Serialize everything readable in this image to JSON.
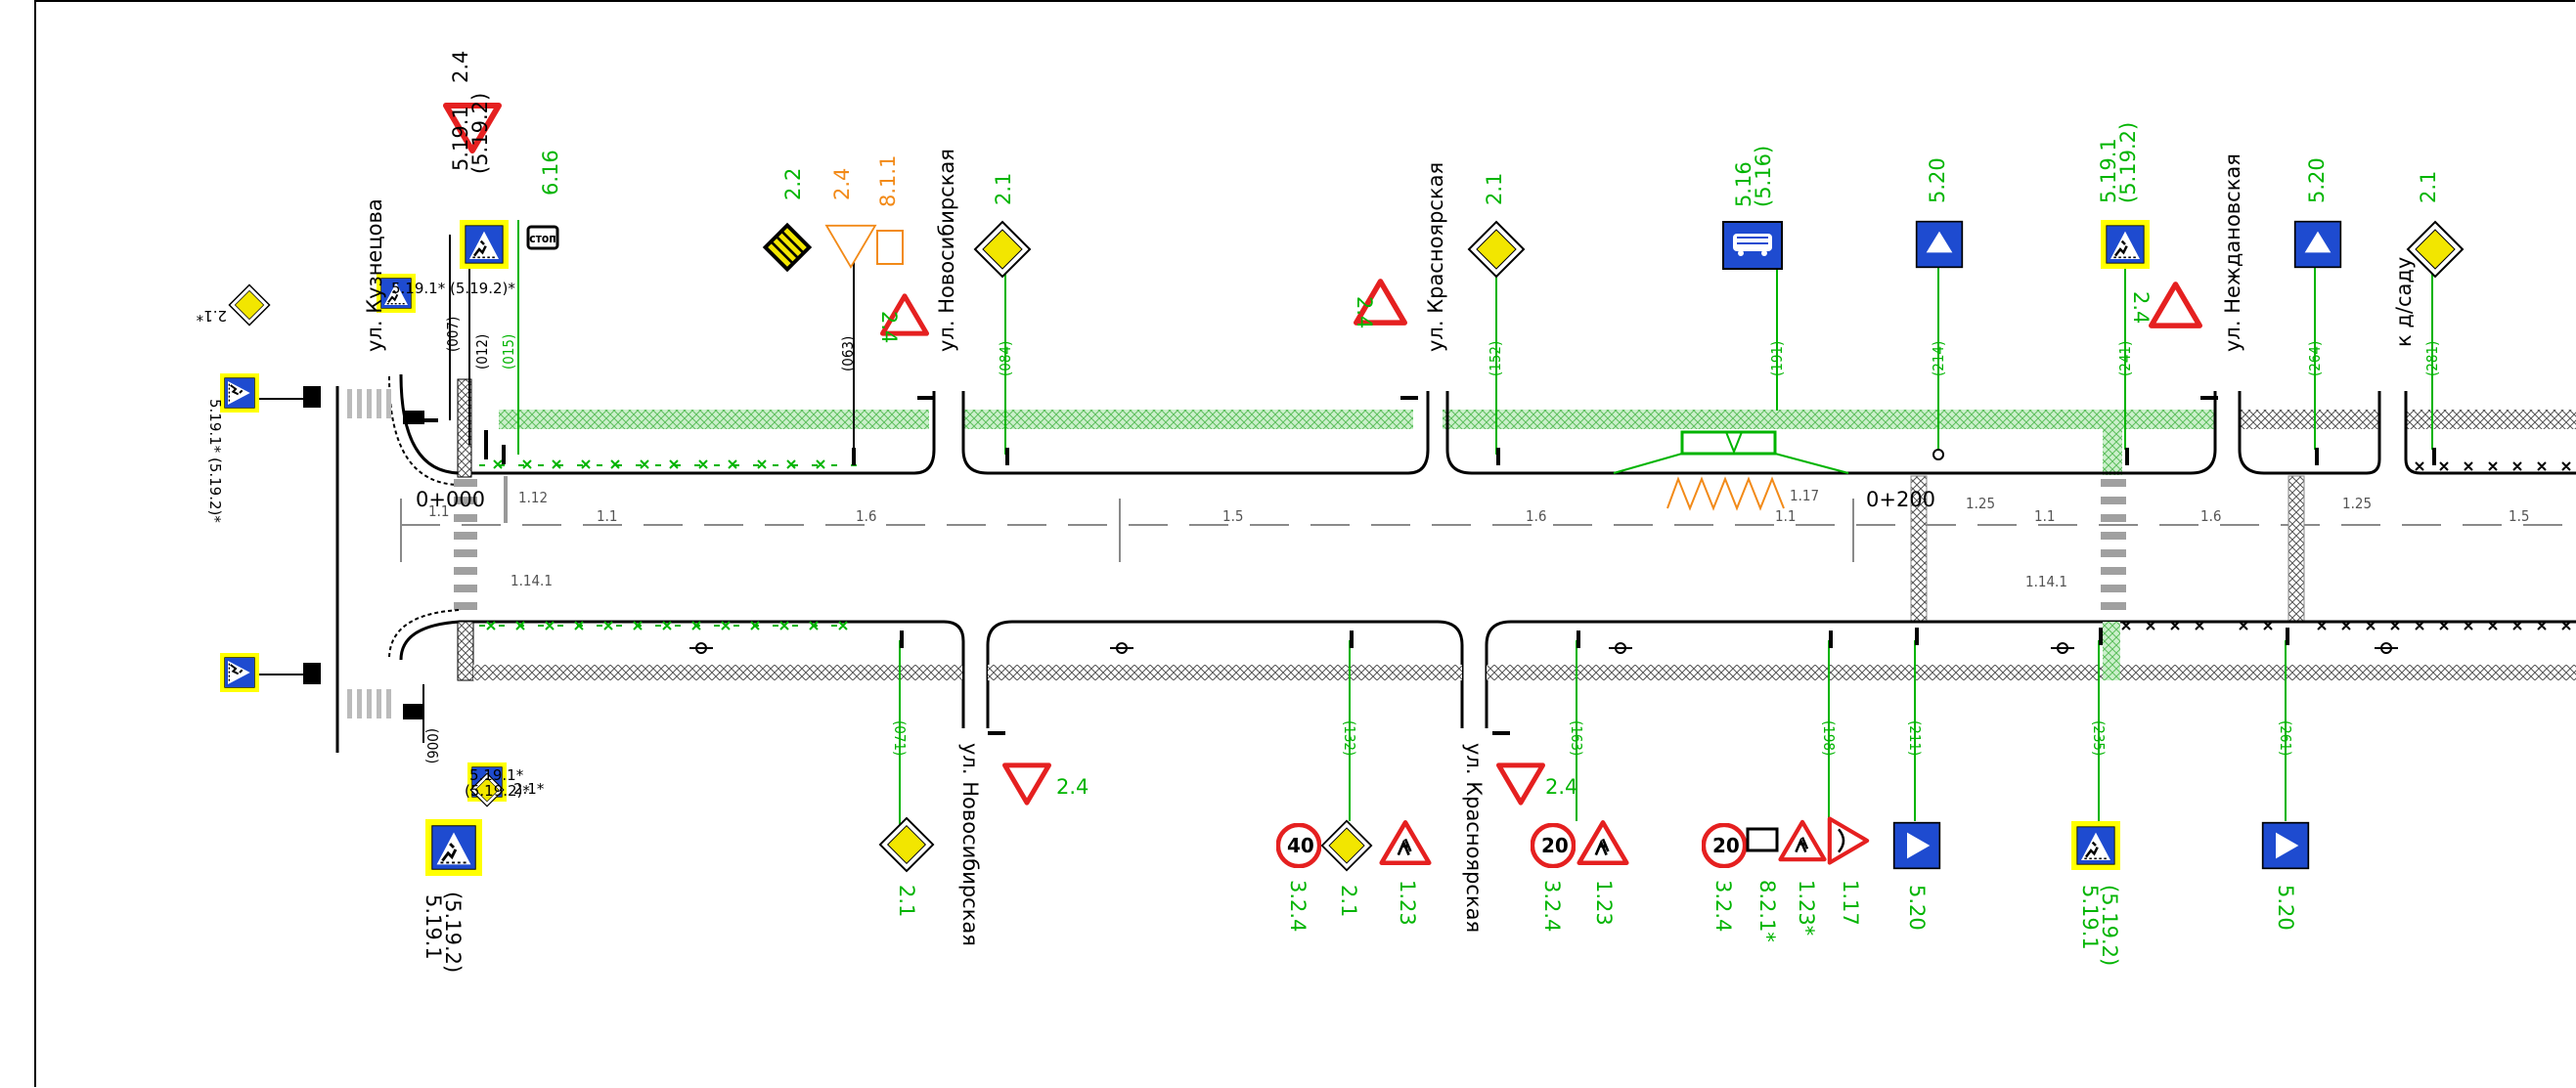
{
  "colors": {
    "background": "#ffffff",
    "road_edge": "#000000",
    "green_text": "#00b400",
    "sidewalk": "#7fd67f",
    "axis_dash": "#8a8a8a",
    "planned_sign": "#f28a18",
    "sign_red": "#e52020",
    "sign_blue": "#1e4bd0",
    "sign_yellow": "#f2e600",
    "sign_highlight": "#ffff00"
  },
  "streets": {
    "kuznetsova": "ул. Кузнецова",
    "novosibirskaya": "ул. Новосибирская",
    "krasnoyarskaya": "ул. Красноярская",
    "nezhdanovskaya": "ул. Неждановская",
    "to_garden": "к д/саду"
  },
  "pickets": {
    "p0": "0+000",
    "p200": "0+200"
  },
  "markings": [
    "1.1",
    "1.12",
    "1.14.1",
    "1.6",
    "1.5",
    "1.6",
    "1.1",
    "1.17",
    "1.25",
    "1.1",
    "1.6",
    "1.25",
    "1.5",
    "1.14.1",
    "1.1"
  ],
  "stations": [
    "(007)",
    "(012)",
    "(015)",
    "(063)",
    "(084)",
    "(152)",
    "(191)",
    "(214)",
    "(241)",
    "(264)",
    "(281)",
    "(006)",
    "(071)",
    "(132)",
    "(163)",
    "(198)",
    "(211)",
    "(235)",
    "(261)"
  ],
  "signs_top": [
    {
      "code": "2.4",
      "type": "yield"
    },
    {
      "code": "5.19.1\n(5.19.2)",
      "type": "crosswalk"
    },
    {
      "code": "6.16",
      "type": "stop-line"
    },
    {
      "code": "5.19.1*\n(5.19.2)*",
      "type": "crosswalk"
    },
    {
      "code": "2.1*",
      "type": "main-road"
    },
    {
      "code": "2.2",
      "type": "end-main-road"
    },
    {
      "code": "2.4",
      "type": "yield",
      "planned": true
    },
    {
      "code": "8.1.1",
      "type": "distance-plate",
      "planned": true
    },
    {
      "code": "2.4",
      "type": "yield"
    },
    {
      "code": "2.1",
      "type": "main-road"
    },
    {
      "code": "2.4",
      "type": "yield"
    },
    {
      "code": "2.1",
      "type": "main-road"
    },
    {
      "code": "5.16\n(5.16)",
      "type": "bus-stop"
    },
    {
      "code": "5.20",
      "type": "hump"
    },
    {
      "code": "5.19.1\n(5.19.2)",
      "type": "crosswalk"
    },
    {
      "code": "2.4",
      "type": "yield"
    },
    {
      "code": "5.20",
      "type": "hump"
    },
    {
      "code": "2.1",
      "type": "main-road"
    }
  ],
  "signs_bottom": [
    {
      "code": "5.19.1*\n(5.19.2)*",
      "type": "crosswalk"
    },
    {
      "code": "5.19.1*\n(5.19.2)*",
      "type": "crosswalk"
    },
    {
      "code": "2.1*",
      "type": "main-road"
    },
    {
      "code": "5.19.1\n(5.19.2)",
      "type": "crosswalk"
    },
    {
      "code": "2.4",
      "type": "yield"
    },
    {
      "code": "2.1",
      "type": "main-road"
    },
    {
      "code": "40",
      "type": "speed-limit"
    },
    {
      "code": "3.2.4",
      "type": "speed-limit"
    },
    {
      "code": "2.1",
      "type": "main-road"
    },
    {
      "code": "1.23",
      "type": "children"
    },
    {
      "code": "2.4",
      "type": "yield"
    },
    {
      "code": "20",
      "type": "speed-limit"
    },
    {
      "code": "3.2.4",
      "type": "speed-limit"
    },
    {
      "code": "1.23",
      "type": "children"
    },
    {
      "code": "20",
      "type": "speed-limit"
    },
    {
      "code": "3.2.4",
      "type": "speed-limit"
    },
    {
      "code": "8.2.1*",
      "type": "plate"
    },
    {
      "code": "1.23*",
      "type": "children"
    },
    {
      "code": "1.17",
      "type": "hump-warning"
    },
    {
      "code": "5.20",
      "type": "hump"
    },
    {
      "code": "5.19.1\n(5.19.2)",
      "type": "crosswalk"
    },
    {
      "code": "5.20",
      "type": "hump"
    }
  ],
  "plate_text": {
    "stop": "стоп"
  }
}
